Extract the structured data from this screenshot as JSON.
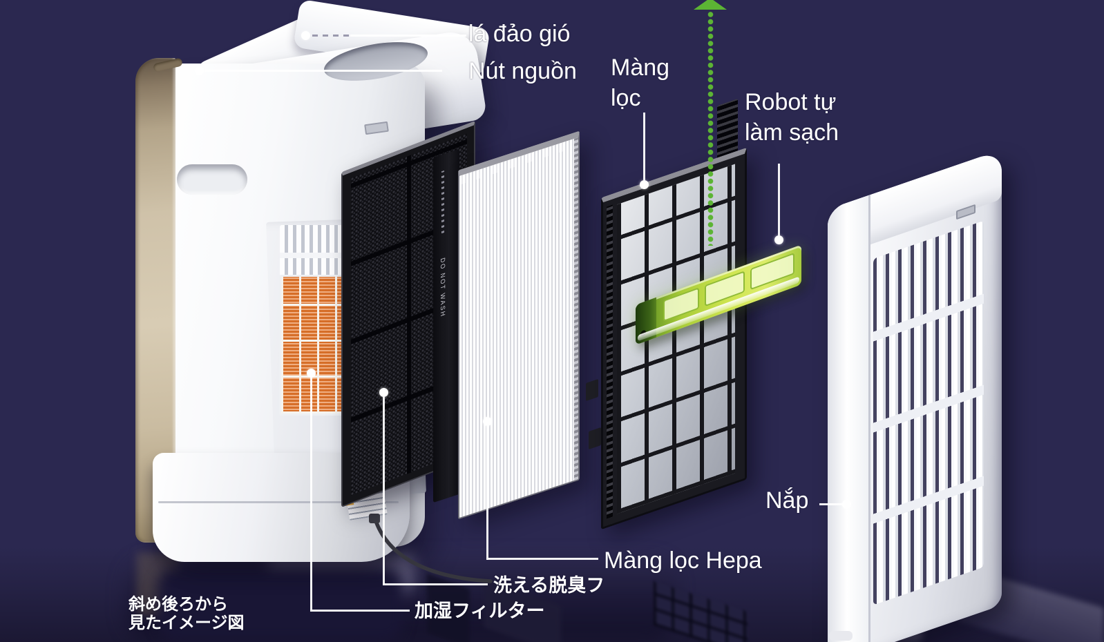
{
  "colors": {
    "background": "#2b2850",
    "arrow_green": "#5cb434",
    "robot_green": "#bddc44",
    "gold_panel": "#c7bba1",
    "humidifier_orange": "#e8823d"
  },
  "callouts": {
    "wind_blade": {
      "label": "lá đảo gió"
    },
    "power_button": {
      "label": "Nút nguồn"
    },
    "pre_filter": {
      "line1": "Màng",
      "line2": "lọc"
    },
    "cleaning_robot": {
      "line1": "Robot tự",
      "line2": "làm sạch"
    },
    "cover": {
      "label": "Nắp"
    },
    "hepa_filter": {
      "label": "Màng lọc Hepa"
    },
    "deodorizing_filter": {
      "label": "洗える脱臭フ"
    },
    "humidifying_filter": {
      "label": "加湿フィルター"
    }
  },
  "caption": {
    "line1": "斜め後ろから",
    "line2": "見たイメージ図"
  },
  "markings": {
    "hepa_side_text": "DO NOT WASH"
  }
}
